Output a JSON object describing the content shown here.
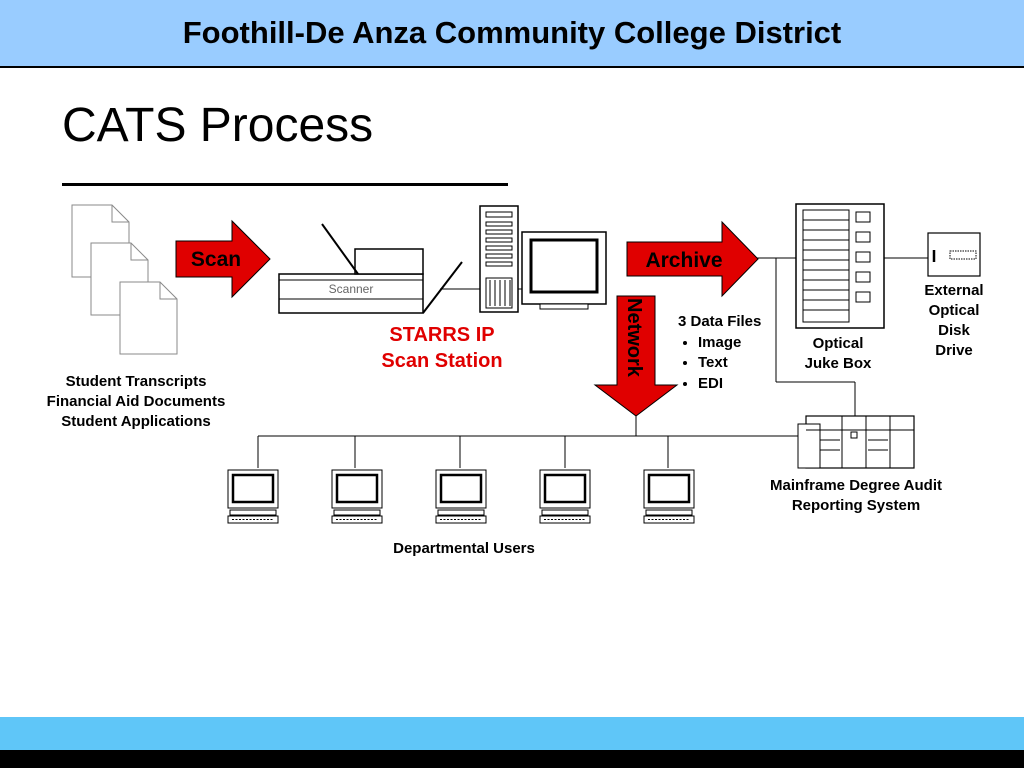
{
  "header": {
    "title": "Foothill-De Anza Community College District"
  },
  "slide": {
    "title": "CATS Process"
  },
  "documents": {
    "lines": [
      "Student Transcripts",
      "Financial Aid Documents",
      "Student Applications"
    ]
  },
  "arrows": {
    "scan": "Scan",
    "archive": "Archive",
    "network": "Network"
  },
  "scanner": {
    "label": "Scanner"
  },
  "station": {
    "lines": [
      "STARRS IP",
      "Scan Station"
    ],
    "color": "#e00000"
  },
  "data_files": {
    "heading": "3 Data Files",
    "items": [
      "Image",
      "Text",
      "EDI"
    ]
  },
  "jukebox": {
    "lines": [
      "Optical",
      "Juke Box"
    ]
  },
  "external_drive": {
    "lines": [
      "External",
      "Optical",
      "Disk",
      "Drive"
    ]
  },
  "mainframe": {
    "lines": [
      "Mainframe Degree Audit",
      "Reporting System"
    ]
  },
  "users": {
    "label": "Departmental Users"
  },
  "colors": {
    "header_bg": "#99ccff",
    "arrow_fill": "#e00000",
    "footer_blue": "#5fc6f8",
    "footer_black": "#000000"
  }
}
